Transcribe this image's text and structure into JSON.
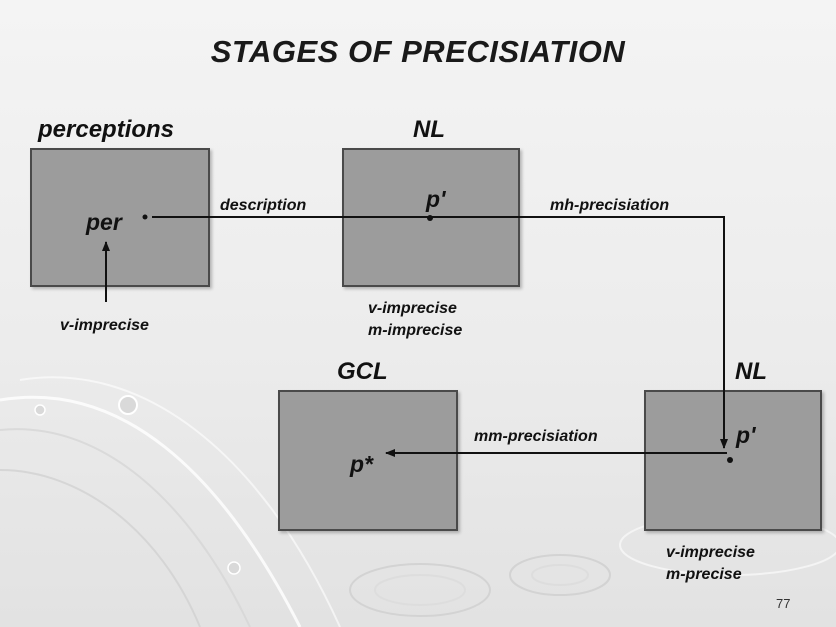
{
  "title": "STAGES OF PRECISIATION",
  "nodes": {
    "perceptions": {
      "heading": "perceptions",
      "inner": "per"
    },
    "nl_top": {
      "heading": "NL",
      "inner": "p'"
    },
    "gcl": {
      "heading": "GCL",
      "inner": "p*"
    },
    "nl_bottom": {
      "heading": "NL",
      "inner": "p'"
    }
  },
  "edges": {
    "description": "description",
    "mh_precisiation": "mh-precisiation",
    "mm_precisiation": "mm-precisiation"
  },
  "notes": {
    "perceptions": "v-imprecise",
    "nl_top": [
      "v-imprecise",
      "m-imprecise"
    ],
    "nl_bottom": [
      "v-imprecise",
      "m-precise"
    ]
  },
  "page_number": "77"
}
